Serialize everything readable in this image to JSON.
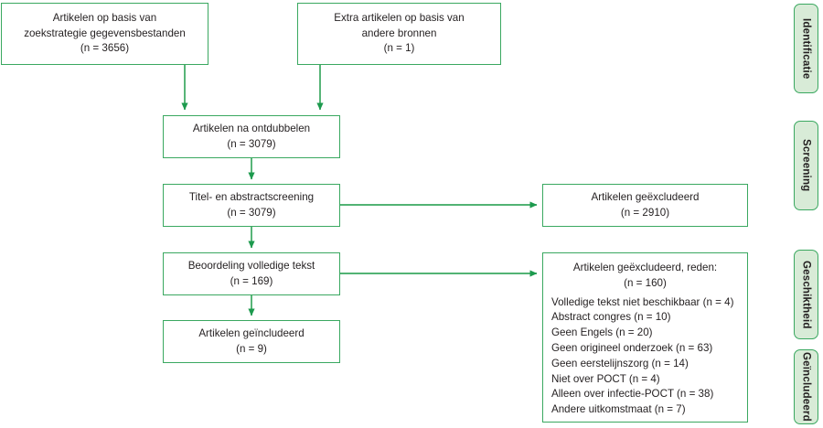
{
  "diagram": {
    "type": "prisma-flow-diagram",
    "accent_color": "#3aa860",
    "stage_fill_color": "#d8ebd7",
    "text_color": "#231f20"
  },
  "nodes": {
    "database": {
      "lines": [
        "Artikelen op basis van",
        "zoekstrategie gegevensbestanden",
        "(n = 3656)"
      ],
      "count": 3656
    },
    "other_sources": {
      "lines": [
        "Extra artikelen op basis van",
        "andere bronnen",
        "(n = 1)"
      ],
      "count": 1
    },
    "dedup": {
      "lines": [
        "Artikelen na ontdubbelen",
        "(n = 3079)"
      ],
      "count": 3079
    },
    "title_abstract": {
      "lines": [
        "Titel- en abstractscreening",
        "(n = 3079)"
      ],
      "count": 3079
    },
    "fulltext": {
      "lines": [
        "Beoordeling volledige tekst",
        "(n = 169)"
      ],
      "count": 169
    },
    "included": {
      "lines": [
        "Artikelen geïncludeerd",
        "(n = 9)"
      ],
      "count": 9
    },
    "excluded_screening": {
      "lines": [
        "Artikelen geëxcludeerd",
        "(n = 2910)"
      ],
      "count": 2910
    },
    "excluded_reasons": {
      "heading": "Artikelen geëxcludeerd, reden:",
      "heading_count": "(n = 160)",
      "count": 160,
      "reasons": [
        {
          "label": "Volledige tekst niet beschikbaar",
          "n": 4,
          "text": "Volledige tekst niet beschikbaar (n = 4)"
        },
        {
          "label": "Abstract congres",
          "n": 10,
          "text": "Abstract congres (n = 10)"
        },
        {
          "label": "Geen Engels",
          "n": 20,
          "text": "Geen Engels (n = 20)"
        },
        {
          "label": "Geen origineel onderzoek",
          "n": 63,
          "text": "Geen origineel onderzoek (n = 63)"
        },
        {
          "label": "Geen eerstelijnszorg",
          "n": 14,
          "text": "Geen eerstelijnszorg (n = 14)"
        },
        {
          "label": "Niet over POCT",
          "n": 4,
          "text": "Niet over POCT (n = 4)"
        },
        {
          "label": "Alleen over infectie-POCT",
          "n": 38,
          "text": "Alleen over infectie-POCT (n = 38)"
        },
        {
          "label": "Andere uitkomstmaat",
          "n": 7,
          "text": "Andere uitkomstmaat (n = 7)"
        }
      ]
    }
  },
  "stages": [
    {
      "label": "Identificatie"
    },
    {
      "label": "Screening"
    },
    {
      "label": "Geschiktheid"
    },
    {
      "label": "Geïncludeerd"
    }
  ]
}
